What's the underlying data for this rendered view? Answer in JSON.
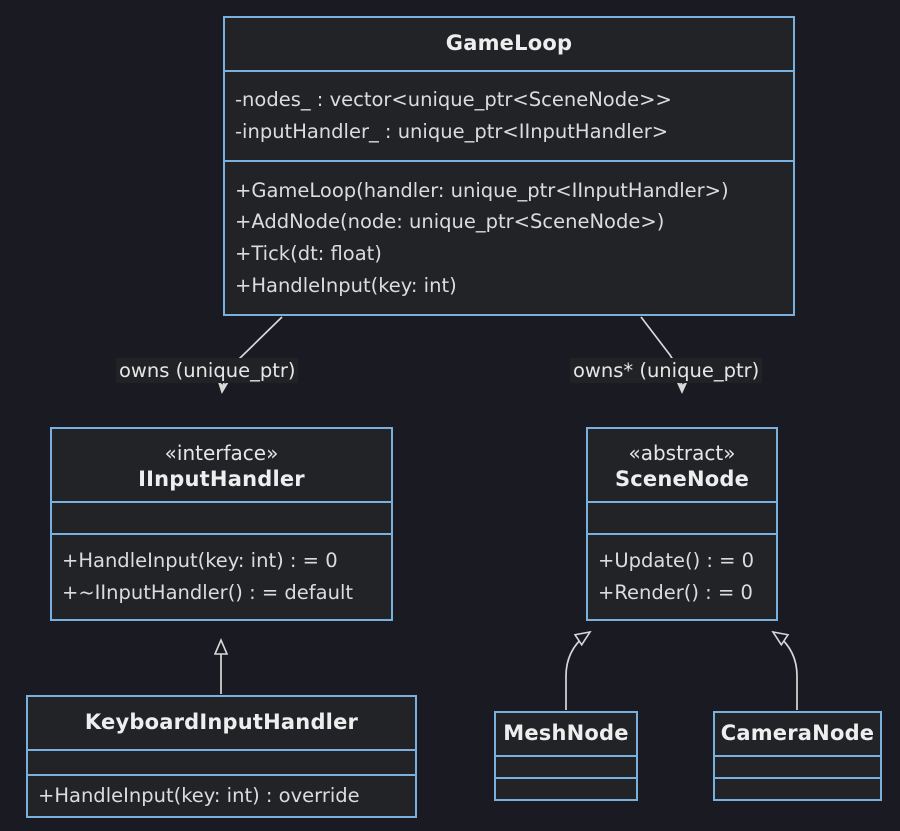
{
  "diagram": {
    "kind": "uml-class-diagram",
    "background_color": "#1a1a22",
    "border_color": "#7ab0dd",
    "box_fill_color": "#212327",
    "text_color": "#e6e6e6"
  },
  "classes": {
    "gameloop": {
      "name": "GameLoop",
      "stereotype": "",
      "attributes": [
        "-nodes_ : vector<unique_ptr<SceneNode>>",
        "-inputHandler_ : unique_ptr<IInputHandler>"
      ],
      "methods": [
        "+GameLoop(handler: unique_ptr<IInputHandler>)",
        "+AddNode(node: unique_ptr<SceneNode>)",
        "+Tick(dt: float)",
        "+HandleInput(key: int)"
      ]
    },
    "iinputhandler": {
      "name": "IInputHandler",
      "stereotype": "«interface»",
      "attributes": [],
      "methods": [
        "+HandleInput(key: int) : = 0",
        "+~IInputHandler() : = default"
      ]
    },
    "scenenode": {
      "name": "SceneNode",
      "stereotype": "«abstract»",
      "attributes": [],
      "methods": [
        "+Update() : = 0",
        "+Render() : = 0"
      ]
    },
    "keyboardinputhandler": {
      "name": "KeyboardInputHandler",
      "stereotype": "",
      "attributes": [],
      "methods": [
        "+HandleInput(key: int) : override"
      ]
    },
    "meshnode": {
      "name": "MeshNode",
      "stereotype": "",
      "attributes": [],
      "methods": []
    },
    "cameranode": {
      "name": "CameraNode",
      "stereotype": "",
      "attributes": [],
      "methods": []
    }
  },
  "edges": [
    {
      "id": "owns-inputhandler",
      "from": "GameLoop",
      "to": "IInputHandler",
      "label": "owns (unique_ptr)",
      "type": "association-directed"
    },
    {
      "id": "owns-scenenode",
      "from": "GameLoop",
      "to": "SceneNode",
      "label": "owns* (unique_ptr)",
      "type": "association-directed"
    },
    {
      "id": "keyboard-implements",
      "from": "KeyboardInputHandler",
      "to": "IInputHandler",
      "label": "",
      "type": "generalization"
    },
    {
      "id": "mesh-extends",
      "from": "MeshNode",
      "to": "SceneNode",
      "label": "",
      "type": "generalization"
    },
    {
      "id": "camera-extends",
      "from": "CameraNode",
      "to": "SceneNode",
      "label": "",
      "type": "generalization"
    }
  ]
}
